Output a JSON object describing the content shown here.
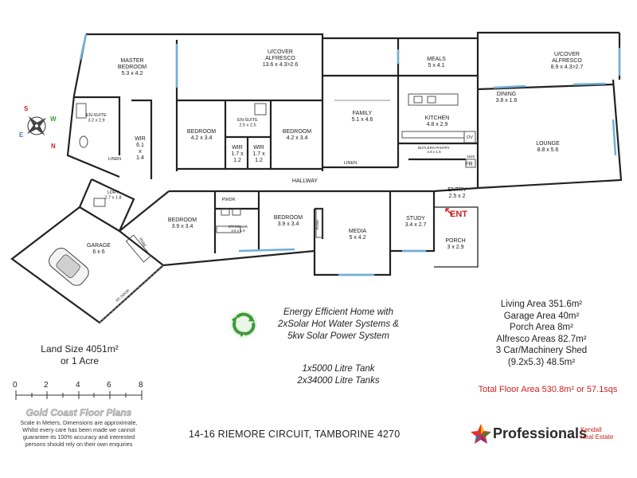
{
  "rooms": {
    "master_bedroom": {
      "name": "MASTER\nBEDROOM",
      "size": "5.3 x 4.2"
    },
    "alfresco_main": {
      "name": "U/COVER\nALFRESCO",
      "size": "13.6 x 4.3>2.6"
    },
    "meals": {
      "name": "MEALS",
      "size": "5 x 4.1"
    },
    "alfresco_side": {
      "name": "U/COVER\nALFRESCO",
      "size": "8.9 x 4.3>2.7"
    },
    "ensuite_1": {
      "name": "EN-SUITE",
      "size": "3.2 x 2.9"
    },
    "wir_1": {
      "name": "WIR",
      "size": "6.1\nx\n1.4"
    },
    "bedroom_1": {
      "name": "BEDROOM",
      "size": "4.2 x 3.4"
    },
    "ensuite_2": {
      "name": "EN-SUITE",
      "size": "2.5 x 2.5"
    },
    "bedroom_2": {
      "name": "BEDROOM",
      "size": "4.2 x 3.4"
    },
    "wir_2": {
      "name": "WIR",
      "size": "1.7 x\n1.2"
    },
    "wir_3": {
      "name": "WIR",
      "size": "1.7 x\n1.2"
    },
    "family": {
      "name": "FAMILY",
      "size": "5.1 x 4.6"
    },
    "kitchen": {
      "name": "KITCHEN",
      "size": "4.8 x 2.9"
    },
    "dining": {
      "name": "DINING",
      "size": "3.8 x 1.6"
    },
    "lounge": {
      "name": "LOUNGE",
      "size": "8.8 x 5.6"
    },
    "butlers_pantry": {
      "name": "BUTLERS PANTRY",
      "size": "4.8 x 1.5"
    },
    "linen_1": {
      "name": "LINEN"
    },
    "linen_2": {
      "name": "LINEN"
    },
    "hallway": {
      "name": "HALLWAY"
    },
    "ldry": {
      "name": "LDRY",
      "size": "2.7 x 1.8"
    },
    "garage": {
      "name": "GARAGE",
      "size": "6 x 6"
    },
    "bedroom_3": {
      "name": "BEDROOM",
      "size": "3.9 x 3.4"
    },
    "pwdr": {
      "name": "PWDR"
    },
    "bath": {
      "name": "BTH/SHWR",
      "size": "2.6 x 1.9"
    },
    "bedroom_4": {
      "name": "BEDROOM",
      "size": "3.9 x 3.4"
    },
    "media": {
      "name": "MEDIA",
      "size": "5 x 4.2"
    },
    "study": {
      "name": "STUDY",
      "size": "3.4 x 2.7"
    },
    "entry": {
      "name": "ENTRY",
      "size": "2.5 x 2"
    },
    "porch": {
      "name": "PORCH",
      "size": "3 x 2.9"
    },
    "robe_1": {
      "name": "ROBE"
    },
    "robe_2": {
      "name": "ROBE"
    }
  },
  "fixtures": {
    "ov": "OV",
    "fr": "FR",
    "rc_door": "RC DOOR",
    "ent": "ENT",
    "small_mark": "1625"
  },
  "compass": {
    "n": "N",
    "s": "S",
    "e": "E",
    "w": "W"
  },
  "features": {
    "line1": "Energy Efficient Home with",
    "line2": "2xSolar Hot Water Systems &",
    "line3": "5kw Solar Power System",
    "line4": "1x5000 Litre Tank",
    "line5": "2x34000 Litre Tanks"
  },
  "areas": {
    "living": "Living Area 351.6m²",
    "garage": "Garage Area 40m²",
    "porch": "Porch Area 8m²",
    "alfresco": "Alfresco Areas 82.7m²",
    "shed1": "3 Car/Machinery Shed",
    "shed2": "(9.2x5.3) 48.5m²",
    "total": "Total Floor Area 530.8m² or 57.1sqs"
  },
  "land": {
    "line1": "Land Size 4051m²",
    "line2": "or 1 Acre"
  },
  "scale": {
    "ticks": [
      "0",
      "2",
      "4",
      "6",
      "8"
    ]
  },
  "brand": {
    "watermark": "Gold Coast Floor Plans",
    "name": "Professionals",
    "agency_1": "Kendall",
    "agency_2": "Real Estate"
  },
  "disclaimer": [
    "Scale in Meters, Dimensions are approximate,",
    "Whilst every care has been made we cannot",
    "guarantee its 100% accuracy and interested",
    "persons should rely on their own enquiries"
  ],
  "address": "14-16 RIEMORE CIRCUIT, TAMBORINE 4270",
  "colors": {
    "wall": "#222222",
    "window": "#6fb0d8",
    "text_red": "#cc1f1f",
    "solar_green": "#3e9a3a"
  }
}
